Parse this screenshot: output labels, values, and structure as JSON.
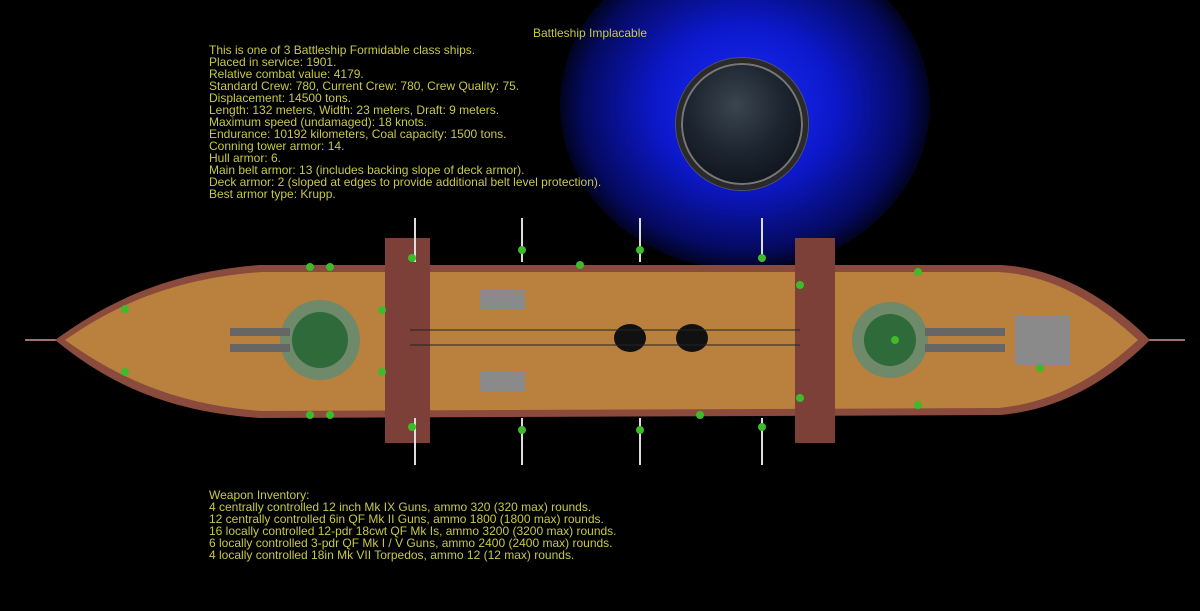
{
  "title": "Battleship Implacable",
  "info_lines": [
    "This is one of 3 Battleship Formidable class ships.",
    "Placed in service: 1901.",
    "Relative combat value: 4179.",
    "Standard Crew: 780, Current Crew: 780, Crew Quality: 75.",
    "Displacement: 14500 tons.",
    "Length: 132 meters, Width: 23 meters, Draft: 9 meters.",
    "Maximum speed (undamaged): 18 knots.",
    "Endurance: 10192 kilometers, Coal capacity: 1500 tons.",
    "Conning tower armor: 14.",
    "Hull armor: 6.",
    "Main belt armor: 13 (includes backing slope of deck armor).",
    "Deck armor: 2 (sloped at edges to provide additional belt level protection).",
    "Best armor type: Krupp."
  ],
  "weapons": {
    "heading": "Weapon Inventory:",
    "lines": [
      "4 centrally controlled 12 inch Mk IX Guns, ammo 320 (320 max) rounds.",
      "12 centrally controlled 6in QF Mk II Guns, ammo 1800 (1800 max) rounds.",
      "16 locally controlled 12-pdr 18cwt QF Mk Is, ammo 3200 (3200 max) rounds.",
      "6 locally controlled 3-pdr QF Mk I / V Guns, ammo 2400 (2400 max) rounds.",
      "4 locally controlled 18in Mk VII Torpedos, ammo 12 (12 max) rounds."
    ]
  },
  "colors": {
    "text": "#c8c84a",
    "background": "#000000",
    "glow": "#1a2cff",
    "deck": "#b9803e"
  }
}
